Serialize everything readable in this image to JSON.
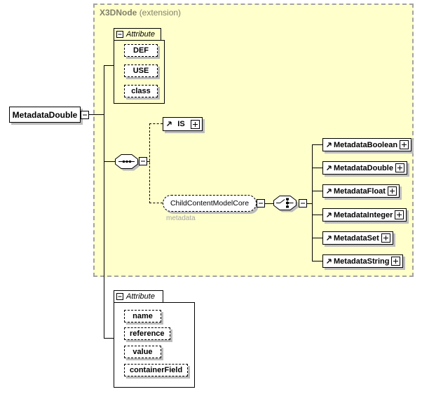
{
  "diagram": {
    "extension_frame": {
      "name": "X3DNode",
      "kind": "(extension)"
    },
    "root_element": {
      "label": "MetadataDouble"
    },
    "attribute_group_top": {
      "header": "Attribute",
      "items": [
        "DEF",
        "USE",
        "class"
      ]
    },
    "is_element": {
      "label": "IS"
    },
    "child_content_model": {
      "label": "ChildContentModelCore",
      "annotation": "metadata"
    },
    "choice": {
      "elements": [
        "MetadataBoolean",
        "MetadataDouble",
        "MetadataFloat",
        "MetadataInteger",
        "MetadataSet",
        "MetadataString"
      ]
    },
    "attribute_group_bottom": {
      "header": "Attribute",
      "items": [
        "name",
        "reference",
        "value",
        "containerField"
      ]
    },
    "icons": {
      "sequence": "sequence-icon",
      "choice": "choice-icon",
      "collapse": "minus-box-icon",
      "expand": "plus-box-icon",
      "reference_arrow": "ne-arrow-icon"
    },
    "colors": {
      "frame_fill": "#FFFFCC",
      "frame_border": "#A3A3A3",
      "frame_label": "#80806A",
      "shadow": "#BCBCBC",
      "annotation_text": "#A6A6A6",
      "line": "#000000"
    }
  }
}
